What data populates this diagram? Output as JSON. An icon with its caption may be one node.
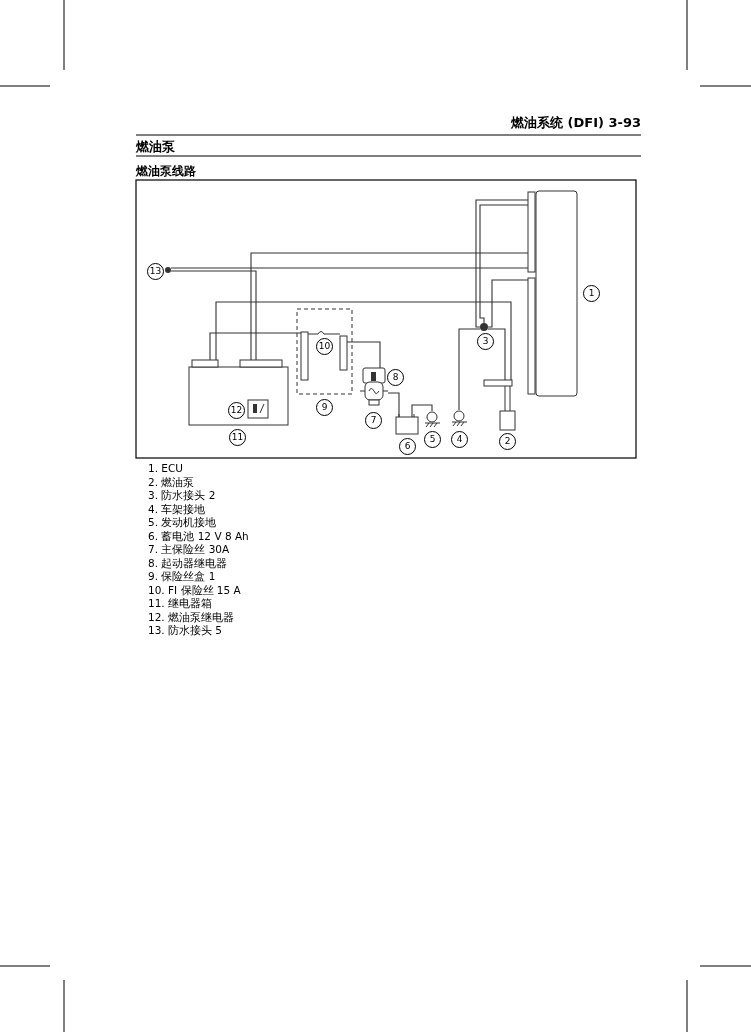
{
  "diagram": {
    "title": "燃油泵",
    "nodes": [
      {
        "text": [],
        "shape": "box"
      },
      {
        "text": [],
        "shape": "circle"
      },
      {
        "text": [],
        "shape": "box"
      },
      {
        "text": [],
        "shape": "box",
        "in": 2
      },
      {
        "text": [],
        "shape": "box"
      },
      {
        "text": [],
        "shape": "picture",
        "in": 4
      },
      {
        "text": [],
        "shape": "box"
      },
      {
        "text": [],
        "shape": "box"
      },
      {
        "text": [],
        "shape": "circle"
      },
      {
        "text": [],
        "shape": "box"
      },
      {
        "text": [],
        "shape": "picture"
      },
      {
        "text": [],
        "shape": "picture"
      },
      {
        "text": [],
        "shape": "picture"
      }
    ],
    "edges": [
      {
        "from": 0,
        "to": 8,
        "arrow": "none"
      },
      {
        "from": 0,
        "to": 8,
        "arrow": "none"
      },
      {
        "from": 0,
        "to": 2,
        "arrow": "none"
      },
      {
        "from": 0,
        "to": 1,
        "arrow": "none"
      },
      {
        "from": 1,
        "to": 2,
        "arrow": "none"
      },
      {
        "from": 0,
        "to": 8,
        "arrow": "none"
      },
      {
        "from": 2,
        "to": 12,
        "arrow": "none"
      },
      {
        "from": 2,
        "to": 5,
        "arrow": "none"
      },
      {
        "from": 5,
        "to": 6,
        "arrow": "none"
      },
      {
        "from": 7,
        "to": 9,
        "arrow": "none"
      },
      {
        "from": 9,
        "to": 10,
        "arrow": "none"
      },
      {
        "from": 8,
        "to": 11,
        "arrow": "none"
      },
      {
        "from": 8,
        "to": 12,
        "arrow": "none"
      }
    ],
    "labels": [
      "燃油系统 (DFI) 3-93",
      "燃油泵线路",
      "13",
      "1",
      "3",
      "10",
      "8",
      "9",
      "12",
      "7",
      "11",
      "6",
      "5",
      "4",
      "2",
      "1. ECU",
      "2. 燃油泵",
      "3. 防水接头 2",
      "4. 车架接地",
      "5. 发动机接地",
      "6. 蓄电池 12 V 8 Ah",
      "7. 主保险丝 30A",
      "8. 起动器继电器",
      "9. 保险丝盒 1",
      "10. FI 保险丝 15 A",
      "11. 继电器箱",
      "12. 燃油泵继电器",
      "13. 防水接头 5"
    ]
  }
}
